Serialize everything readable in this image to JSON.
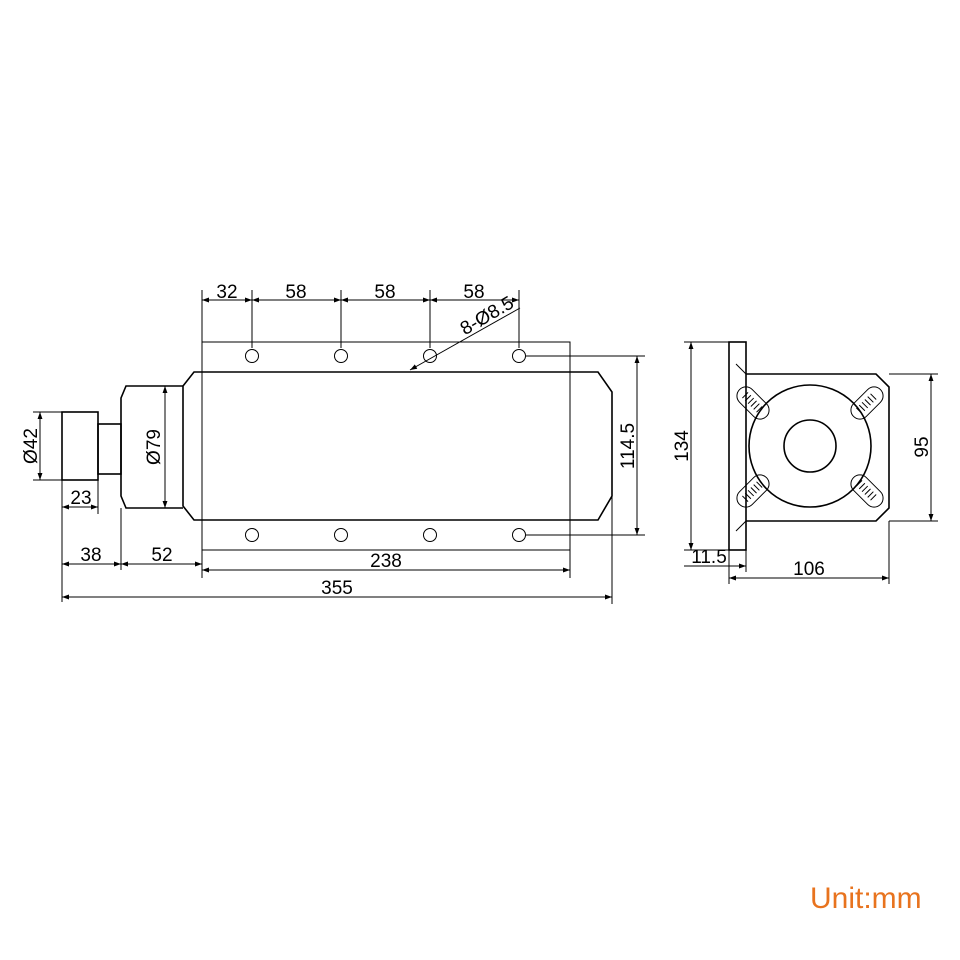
{
  "side_view": {
    "dims": {
      "d42": "Ø42",
      "d79": "Ø79",
      "len23": "23",
      "len38": "38",
      "len52": "52",
      "len238": "238",
      "len355": "355",
      "h114_5": "114.5",
      "pitch32": "32",
      "pitch58a": "58",
      "pitch58b": "58",
      "pitch58c": "58",
      "holes": "8-Ø8.5"
    }
  },
  "end_view": {
    "dims": {
      "h134": "134",
      "h95": "95",
      "w11_5": "11.5",
      "w106": "106"
    }
  },
  "unit_label": "Unit:mm",
  "colors": {
    "unit_label": "#e8731e",
    "line": "#000000"
  }
}
